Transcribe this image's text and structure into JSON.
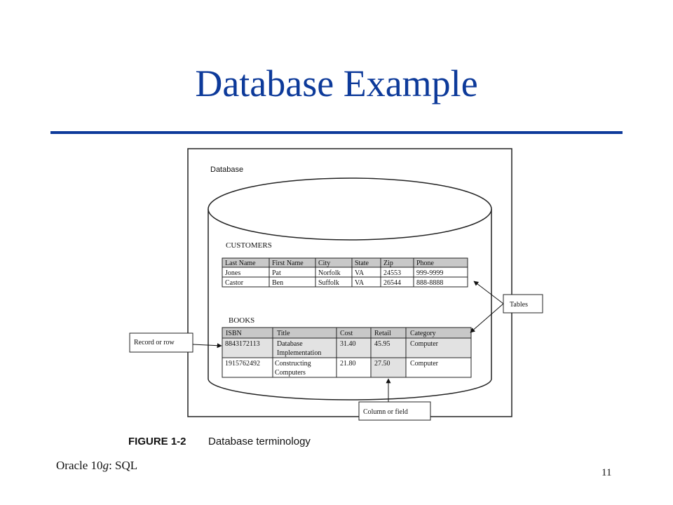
{
  "slide": {
    "title": "Database Example",
    "footer_prefix": "Oracle 10",
    "footer_italic": "g",
    "footer_suffix": ": SQL",
    "page_number": "11"
  },
  "figure": {
    "database_label": "Database",
    "customers_label": "CUSTOMERS",
    "books_label": "BOOKS",
    "callout_tables": "Tables",
    "callout_record": "Record or row",
    "callout_column": "Column or field",
    "caption_number": "FIGURE 1-2",
    "caption_text": "Database terminology"
  },
  "customers": {
    "headers": [
      "Last Name",
      "First Name",
      "City",
      "State",
      "Zip",
      "Phone"
    ],
    "rows": [
      [
        "Jones",
        "Pat",
        "Norfolk",
        "VA",
        "24553",
        "999-9999"
      ],
      [
        "Castor",
        "Ben",
        "Suffolk",
        "VA",
        "26544",
        "888-8888"
      ]
    ]
  },
  "books": {
    "headers": [
      "ISBN",
      "Title",
      "Cost",
      "Retail",
      "Category"
    ],
    "rows": [
      [
        "8843172113",
        "Database",
        "Implementation",
        "31.40",
        "45.95",
        "Computer"
      ],
      [
        "1915762492",
        "Constructing",
        "Computers",
        "21.80",
        "27.50",
        "Computer"
      ]
    ]
  },
  "colors": {
    "title": "#0d3a9a",
    "header_fill": "#c8c8c8",
    "highlight_fill": "#e2e2e2"
  }
}
